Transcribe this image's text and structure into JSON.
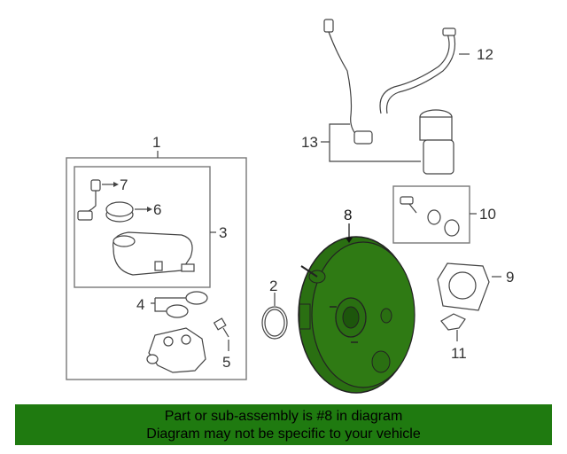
{
  "callouts": {
    "c1": "1",
    "c2": "2",
    "c3": "3",
    "c4": "4",
    "c5": "5",
    "c6": "6",
    "c7": "7",
    "c8": "8",
    "c9": "9",
    "c10": "10",
    "c11": "11",
    "c12": "12",
    "c13": "13"
  },
  "banner": {
    "line1": "Part or sub-assembly is #8 in diagram",
    "line2": "Diagram may not be specific to your vehicle"
  },
  "colors": {
    "highlight": "#1f7a10",
    "banner_bg": "#1f7a10"
  }
}
